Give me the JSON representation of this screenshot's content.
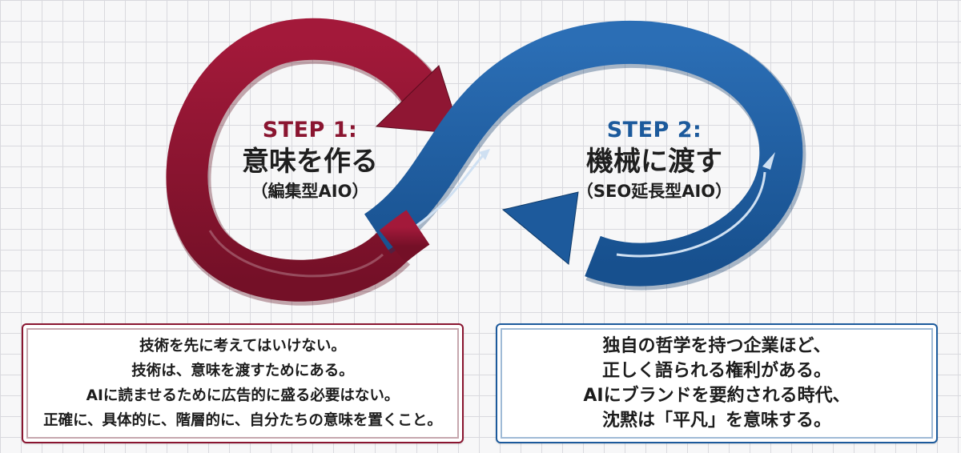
{
  "step1": {
    "label": "STEP 1:",
    "title": "意味を作る",
    "subtitle": "（編集型AIO）",
    "color": "#8a1530"
  },
  "step2": {
    "label": "STEP 2:",
    "title": "機械に渡す",
    "subtitle": "（SEO延長型AIO）",
    "color": "#1c5a9c"
  },
  "box1": {
    "lines": [
      "技術を先に考えてはいけない。",
      "技術は、意味を渡すためにある。",
      "AIに読ませるために広告的に盛る必要はない。",
      "正確に、具体的に、階層的に、自分たちの意味を置くこと。"
    ]
  },
  "box2": {
    "lines": [
      "独自の哲学を持つ企業ほど、",
      "正しく語られる権利がある。",
      "AIにブランドを要約される時代、",
      "沈黙は「平凡」を意味する。"
    ]
  },
  "icons": [
    "curved-arrow-icon",
    "curved-arrow-icon"
  ]
}
